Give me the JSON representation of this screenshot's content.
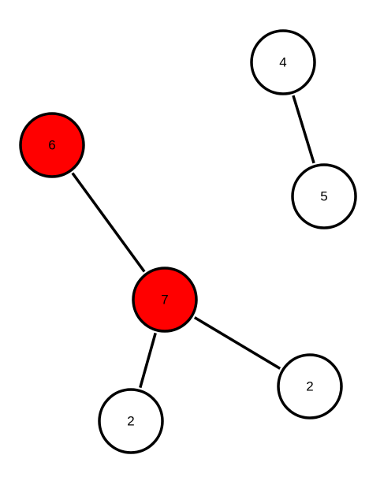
{
  "graph": {
    "nodes": [
      {
        "id": "n4",
        "label": "4",
        "fill": "#ffffff"
      },
      {
        "id": "n5",
        "label": "5",
        "fill": "#ffffff"
      },
      {
        "id": "n6",
        "label": "6",
        "fill": "#ff0000"
      },
      {
        "id": "n7",
        "label": "7",
        "fill": "#ff0000"
      },
      {
        "id": "n2a",
        "label": "2",
        "fill": "#ffffff"
      },
      {
        "id": "n2b",
        "label": "2",
        "fill": "#ffffff"
      }
    ],
    "edges": [
      {
        "from": "n4",
        "to": "n5"
      },
      {
        "from": "n6",
        "to": "n7"
      },
      {
        "from": "n7",
        "to": "n2a"
      },
      {
        "from": "n7",
        "to": "n2b"
      }
    ]
  }
}
